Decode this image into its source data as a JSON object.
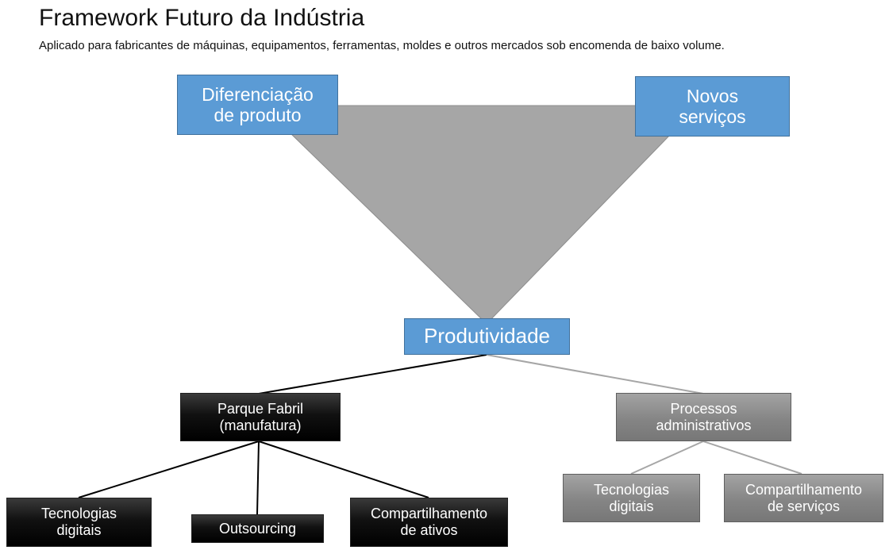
{
  "header": {
    "title": "Framework Futuro da Indústria",
    "subtitle": "Aplicado para fabricantes de máquinas, equipamentos, ferramentas, moldes e outros mercados sob encomenda de baixo volume."
  },
  "top_nodes": {
    "left": "Diferenciação\nde produto",
    "right": "Novos\nserviços"
  },
  "center_node": "Produtividade",
  "branches": {
    "manufacturing": {
      "label": "Parque Fabril\n(manufatura)",
      "children": [
        "Tecnologias\ndigitais",
        "Outsourcing",
        "Compartilhamento\nde ativos"
      ]
    },
    "admin": {
      "label": "Processos\nadministrativos",
      "children": [
        "Tecnologias\ndigitais",
        "Compartilhamento\nde serviços"
      ]
    }
  },
  "colors": {
    "blue_node": "#5b9bd5",
    "triangle_fill": "#a6a6a6",
    "black_node": "#000000",
    "gray_node": "#808080",
    "black_connector": "#000000",
    "gray_connector": "#a6a6a6"
  }
}
